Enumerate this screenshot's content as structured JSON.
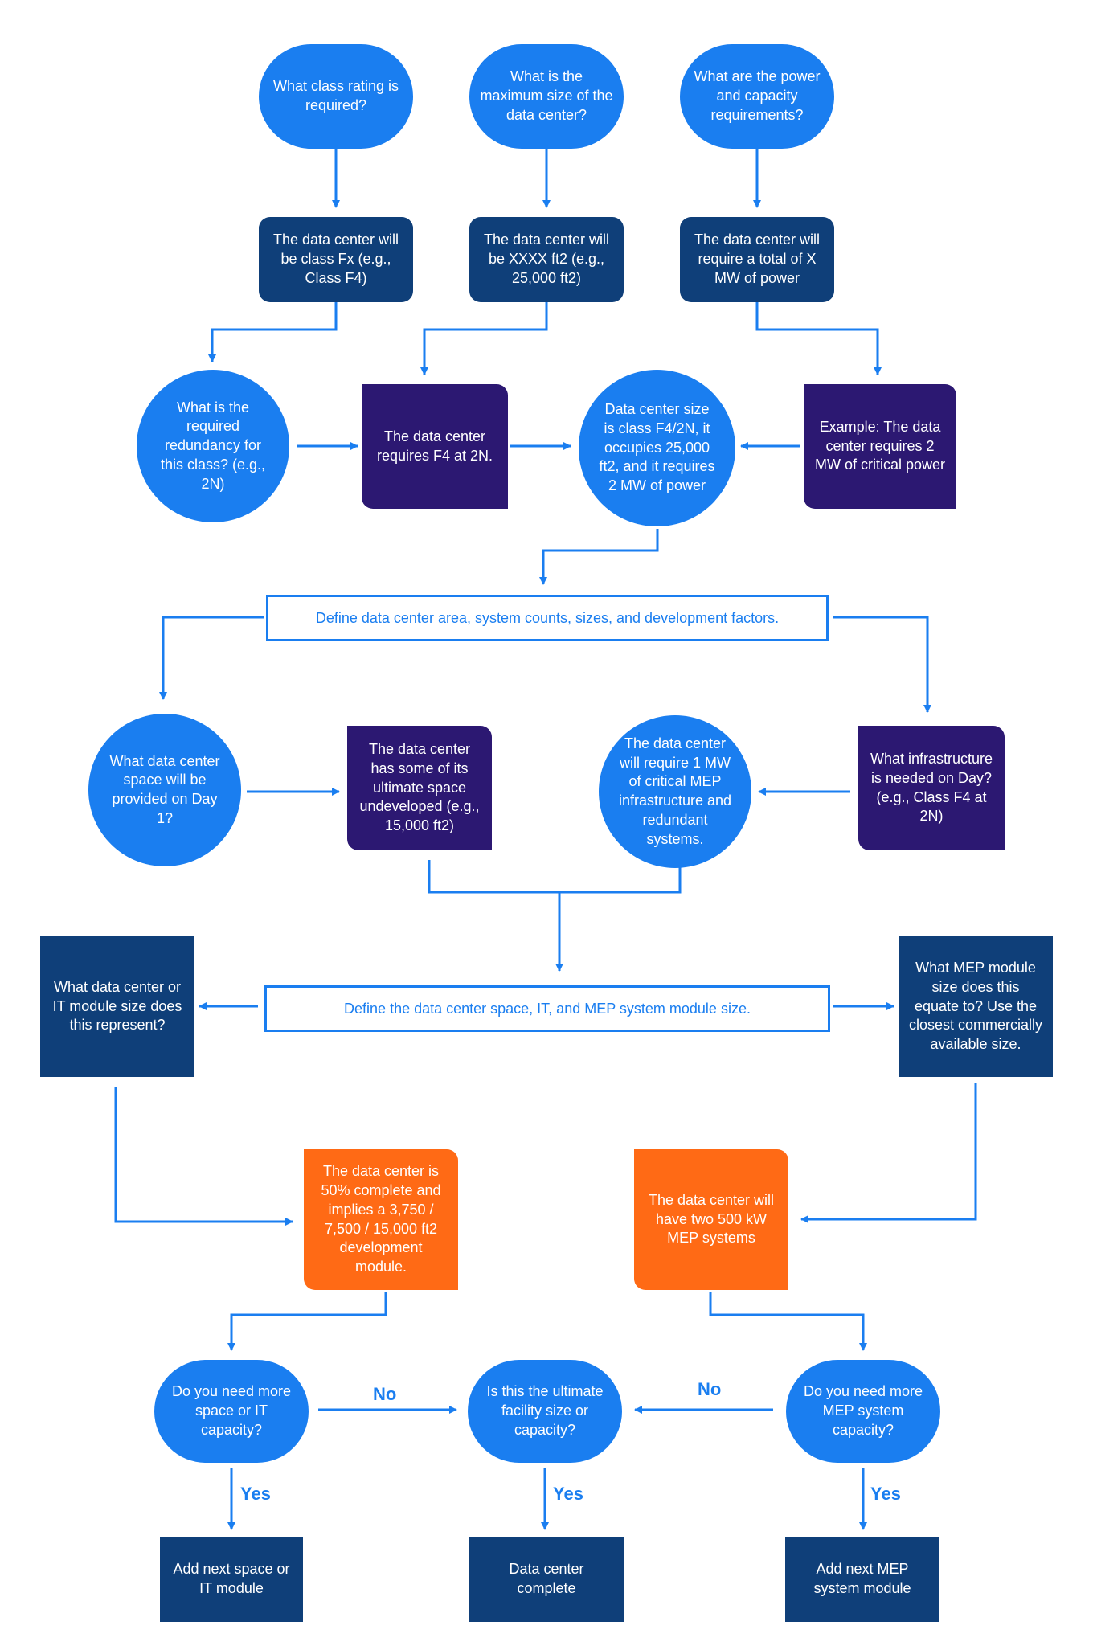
{
  "nodes": {
    "q_class": "What class rating is required?",
    "q_max_size": "What is the maximum size of the data center?",
    "q_power": "What are the power and capacity requirements?",
    "a_class": "The data center will be class Fx (e.g., Class F4)",
    "a_size": "The data center will be XXXX ft2 (e.g., 25,000 ft2)",
    "a_power": "The data center will require a total of X MW of power",
    "q_redundancy": "What is the required redundancy for this class? (e.g., 2N)",
    "a_f4_2n": "The data center requires F4 at 2N.",
    "summary": "Data center size is class F4/2N, it occupies 25,000 ft2, and it requires 2 MW of power",
    "example_power": "Example: The data center requires 2 MW of critical power",
    "band_1": "Define data center area, system counts, sizes, and development factors.",
    "q_day1_space": "What data center space will be provided on Day 1?",
    "a_undeveloped": "The data center has some of its ultimate space undeveloped (e.g., 15,000 ft2)",
    "a_mep_1mw": "The data center will require 1 MW of critical MEP infrastructure and redundant systems.",
    "q_infra_day": "What infrastructure is needed on Day? (e.g., Class F4 at 2N)",
    "band_2": "Define the data center space, IT, and MEP system module size.",
    "q_it_module": "What data center or IT module size does this represent?",
    "q_mep_module": "What MEP module size does this equate to? Use the closest commercially available size.",
    "a_50pct": "The data center is 50% complete and implies a 3,750 / 7,500 / 15,000 ft2 development module.",
    "a_two_500kw": "The data center will have two 500 kW MEP systems",
    "q_more_space": "Do you need more space or IT capacity?",
    "q_ultimate": "Is this the ultimate facility size or capacity?",
    "q_more_mep": "Do you need more MEP system capacity?",
    "r_add_space": "Add next space or IT module",
    "r_complete": "Data center complete",
    "r_add_mep": "Add next MEP system module"
  },
  "edge_labels": {
    "no_left": "No",
    "no_right": "No",
    "yes_left": "Yes",
    "yes_mid": "Yes",
    "yes_right": "Yes"
  },
  "colors": {
    "blue": "#1a7ef0",
    "navy": "#0f3f79",
    "purple": "#2c1872",
    "orange": "#ff6a15"
  }
}
